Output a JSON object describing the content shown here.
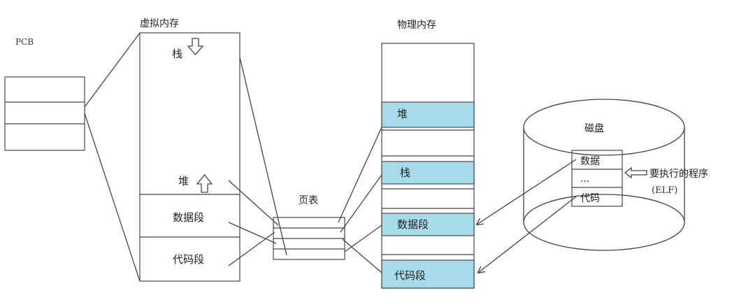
{
  "pcb": {
    "label": "PCB"
  },
  "virtual_memory": {
    "title": "虚拟内存",
    "stack": "栈",
    "heap": "堆",
    "data_segment": "数据段",
    "code_segment": "代码段"
  },
  "page_table": {
    "title": "页表"
  },
  "physical_memory": {
    "title": "物理内存",
    "heap": "堆",
    "stack": "栈",
    "data_segment": "数据段",
    "code_segment": "代码段"
  },
  "disk": {
    "title": "磁盘",
    "data": "数据",
    "ellipsis": "...",
    "code": "代码",
    "program_label": "要执行的程序",
    "format_label": "(ELF)"
  },
  "colors": {
    "segment_fill": "#a6dcea",
    "stroke": "#555555"
  }
}
